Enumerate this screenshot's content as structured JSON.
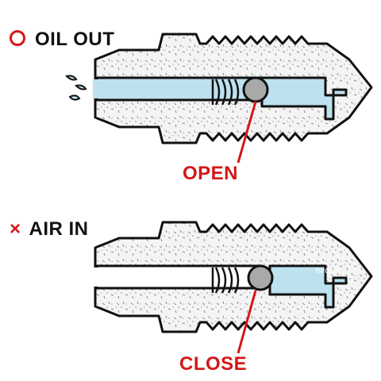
{
  "panels": [
    {
      "marker": "O",
      "title": "OIL OUT",
      "state_label": "OPEN",
      "ball_state": "open",
      "bore_fill": "#bde1ef",
      "fluid_spray": true
    },
    {
      "marker": "×",
      "title": "AIR IN",
      "state_label": "CLOSE",
      "ball_state": "closed",
      "bore_fill": "#ffffff",
      "fluid_spray": false
    }
  ],
  "watermark": "hirochi",
  "colors": {
    "outline": "#111111",
    "body_fill": "#f4f4f4",
    "ball": "#a9a9a9",
    "accent_red": "#d41717",
    "oil": "#bde1ef"
  }
}
